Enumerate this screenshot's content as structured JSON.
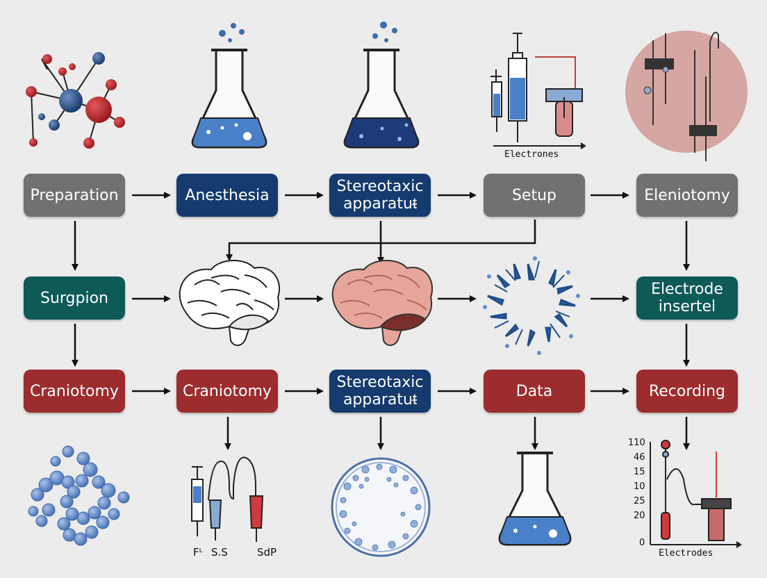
{
  "nodes": {
    "preparation": "Preparation",
    "anesthesia": "Anesthesia",
    "stereotaxic_1": "Stereotaxic\napparatuᵵ",
    "setup": "Setup",
    "eleniotomy": "Eleniotomy",
    "surgpion": "Surgpion",
    "electrode_insertel": "Electrode\ninsertel",
    "craniotomy_1": "Craniotomy",
    "craniotomy_2": "Craniotomy",
    "stereotaxic_2": "Stereotaxic\napparatuᵵ",
    "data": "Data",
    "recording": "Recording"
  },
  "illustration_labels": {
    "syringe_top": "Electrones",
    "syringe_bottom_1": "Fᴸ",
    "syringe_bottom_2": "S.S",
    "syringe_bottom_3": "SdP",
    "recording_axis": "Electrodes",
    "recording_ticks": [
      "110",
      "46",
      "15",
      "10",
      "25",
      "20",
      "0"
    ]
  },
  "colors": {
    "gray_node": "#717171",
    "navy_node": "#143a6e",
    "teal_node": "#0e5a57",
    "red_node": "#9c2c2e",
    "arrow": "#111111"
  }
}
